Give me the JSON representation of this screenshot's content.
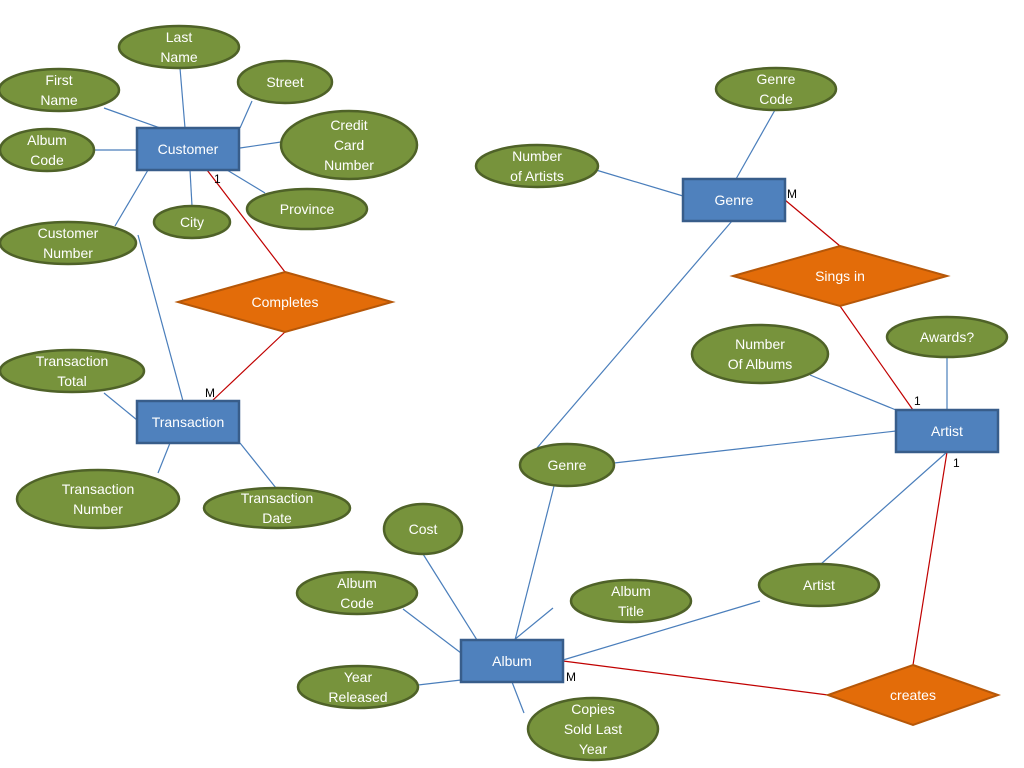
{
  "entities": {
    "customer": "Customer",
    "transaction": "Transaction",
    "genre": "Genre",
    "artist": "Artist",
    "album": "Album"
  },
  "relationships": {
    "completes": "Completes",
    "sings_in": "Sings in",
    "creates": "creates"
  },
  "attributes": {
    "last_name": [
      "Last",
      "Name"
    ],
    "first_name": [
      "First",
      "Name"
    ],
    "street": [
      "Street"
    ],
    "album_code_customer": [
      "Album",
      "Code"
    ],
    "credit_card_number": [
      "Credit",
      "Card",
      "Number"
    ],
    "city": [
      "City"
    ],
    "province": [
      "Province"
    ],
    "customer_number": [
      "Customer",
      "Number"
    ],
    "transaction_total": [
      "Transaction",
      "Total"
    ],
    "transaction_number": [
      "Transaction",
      "Number"
    ],
    "transaction_date": [
      "Transaction",
      "Date"
    ],
    "genre_code": [
      "Genre",
      "Code"
    ],
    "number_of_artists": [
      "Number",
      "of Artists"
    ],
    "number_of_albums": [
      "Number",
      "Of Albums"
    ],
    "awards": [
      "Awards?"
    ],
    "genre_album": [
      "Genre"
    ],
    "artist_album": [
      "Artist"
    ],
    "cost": [
      "Cost"
    ],
    "album_code_album": [
      "Album",
      "Code"
    ],
    "album_title": [
      "Album",
      "Title"
    ],
    "year_released": [
      "Year",
      "Released"
    ],
    "copies_sold": [
      "Copies",
      "Sold Last",
      "Year"
    ]
  },
  "cardinalities": {
    "customer_completes": "1",
    "transaction_completes": "M",
    "genre_sings_in": "M",
    "artist_sings_in": "1",
    "artist_creates": "1",
    "album_creates": "M"
  },
  "colors": {
    "entity_fill": "#4f81bd",
    "entity_stroke": "#385d8a",
    "attribute_fill": "#77933c",
    "attribute_stroke": "#4f6228",
    "relationship_fill": "#e36c09",
    "relationship_stroke": "#b65708",
    "attribute_line": "#4a7ebb",
    "relationship_line": "#c00000"
  }
}
